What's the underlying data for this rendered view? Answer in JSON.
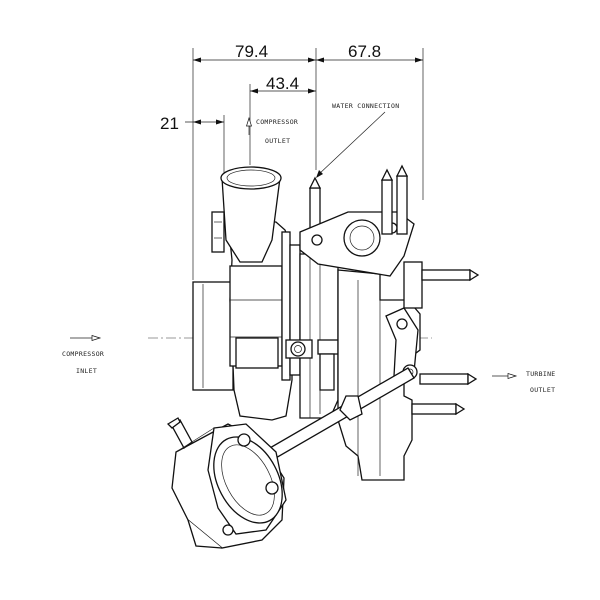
{
  "dimensions": {
    "width_left": "79.4",
    "width_right": "67.8",
    "offset_outlet": "43.4",
    "offset_flange": "21"
  },
  "labels": {
    "compressor_outlet_line1": "COMPRESSOR",
    "compressor_outlet_line2": "OUTLET",
    "water_connection": "WATER CONNECTION",
    "compressor_inlet_line1": "COMPRESSOR",
    "compressor_inlet_line2": "INLET",
    "turbine_outlet_line1": "TURBINE",
    "turbine_outlet_line2": "OUTLET"
  }
}
